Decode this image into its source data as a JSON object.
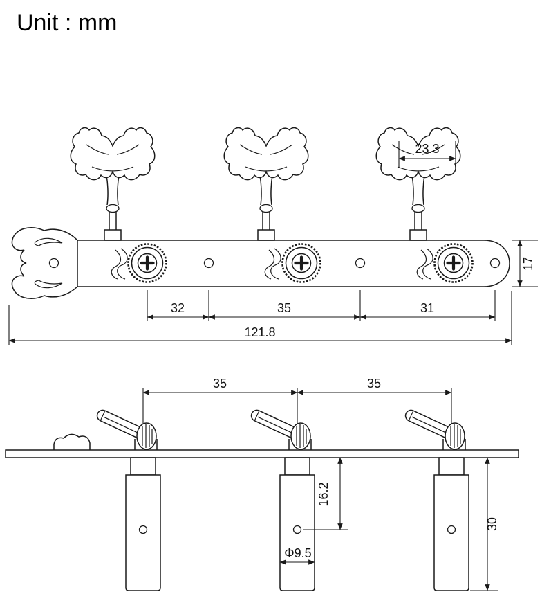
{
  "unit_label": "Unit : mm",
  "top_view": {
    "button_width": "23.3",
    "plate_width": "17",
    "pitch_1": "32",
    "pitch_2": "35",
    "pitch_3": "31",
    "total_length": "121.8"
  },
  "side_view": {
    "pitch_1": "35",
    "pitch_2": "35",
    "hole_offset": "16.2",
    "post_diameter": "Φ9.5",
    "post_length": "30"
  },
  "colors": {
    "line": "#1a1a1a",
    "background": "#ffffff"
  }
}
